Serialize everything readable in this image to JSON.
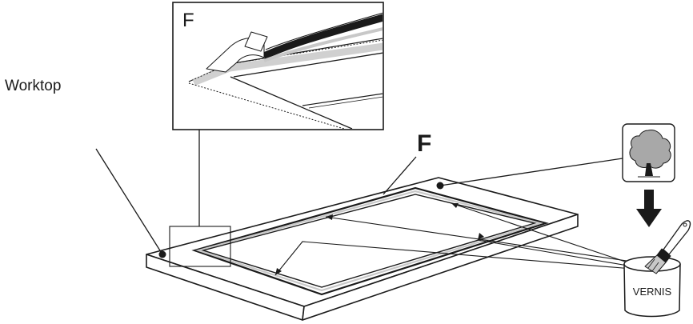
{
  "labels": {
    "worktop": "Worktop",
    "seal_main": "F",
    "seal_inset": "F",
    "varnish_can": "VERNIS"
  },
  "icons": {
    "wood": "tree-icon",
    "direction": "arrow-down-icon",
    "tool": "paintbrush-icon",
    "container": "varnish-can-icon"
  },
  "colors": {
    "line": "#1a1a1a",
    "tree_fill": "#a8a8a8",
    "seal_grey": "#c8c8c8"
  }
}
